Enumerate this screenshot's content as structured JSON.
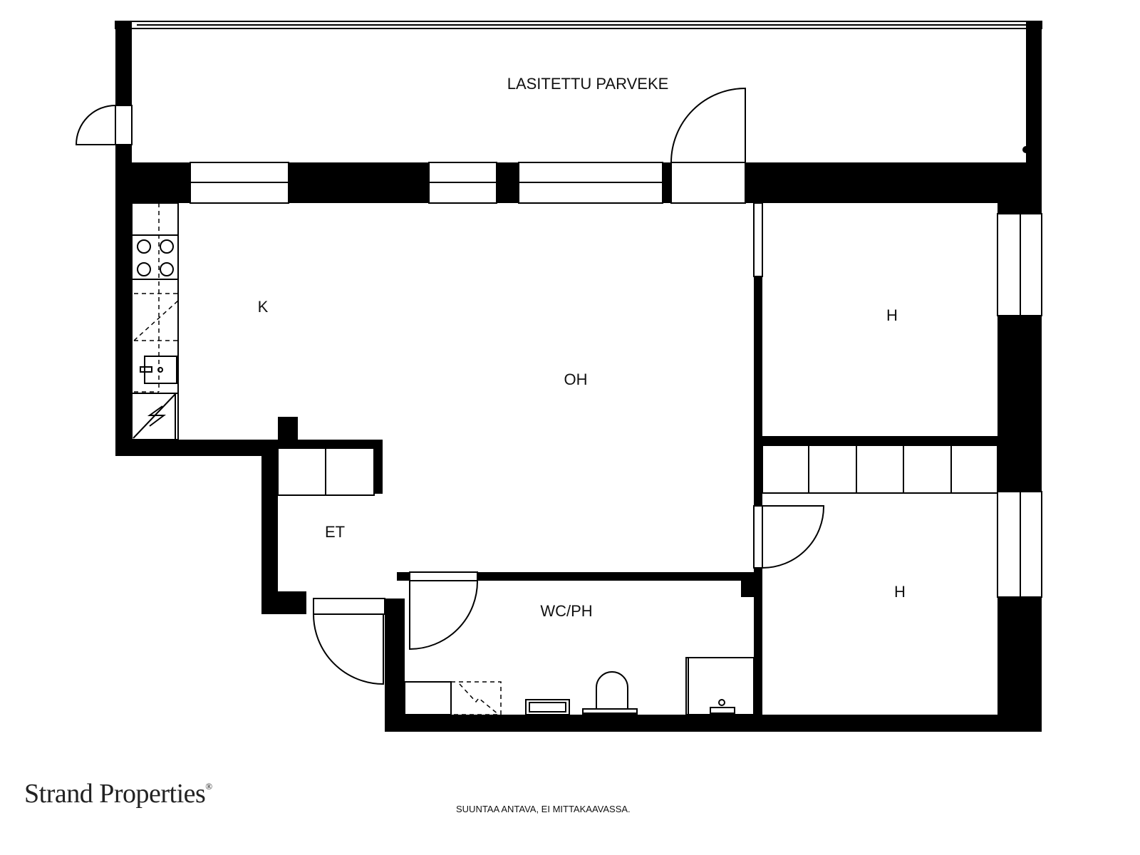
{
  "rooms": {
    "balcony": "LASITETTU PARVEKE",
    "kitchen": "K",
    "living": "OH",
    "bedroom_upper": "H",
    "hall": "ET",
    "bathroom": "WC/PH",
    "bedroom_lower": "H"
  },
  "footer": {
    "brand": "Strand Properties",
    "brand_mark": "®",
    "note": "SUUNTAA ANTAVA, EI MITTAKAAVASSA."
  }
}
